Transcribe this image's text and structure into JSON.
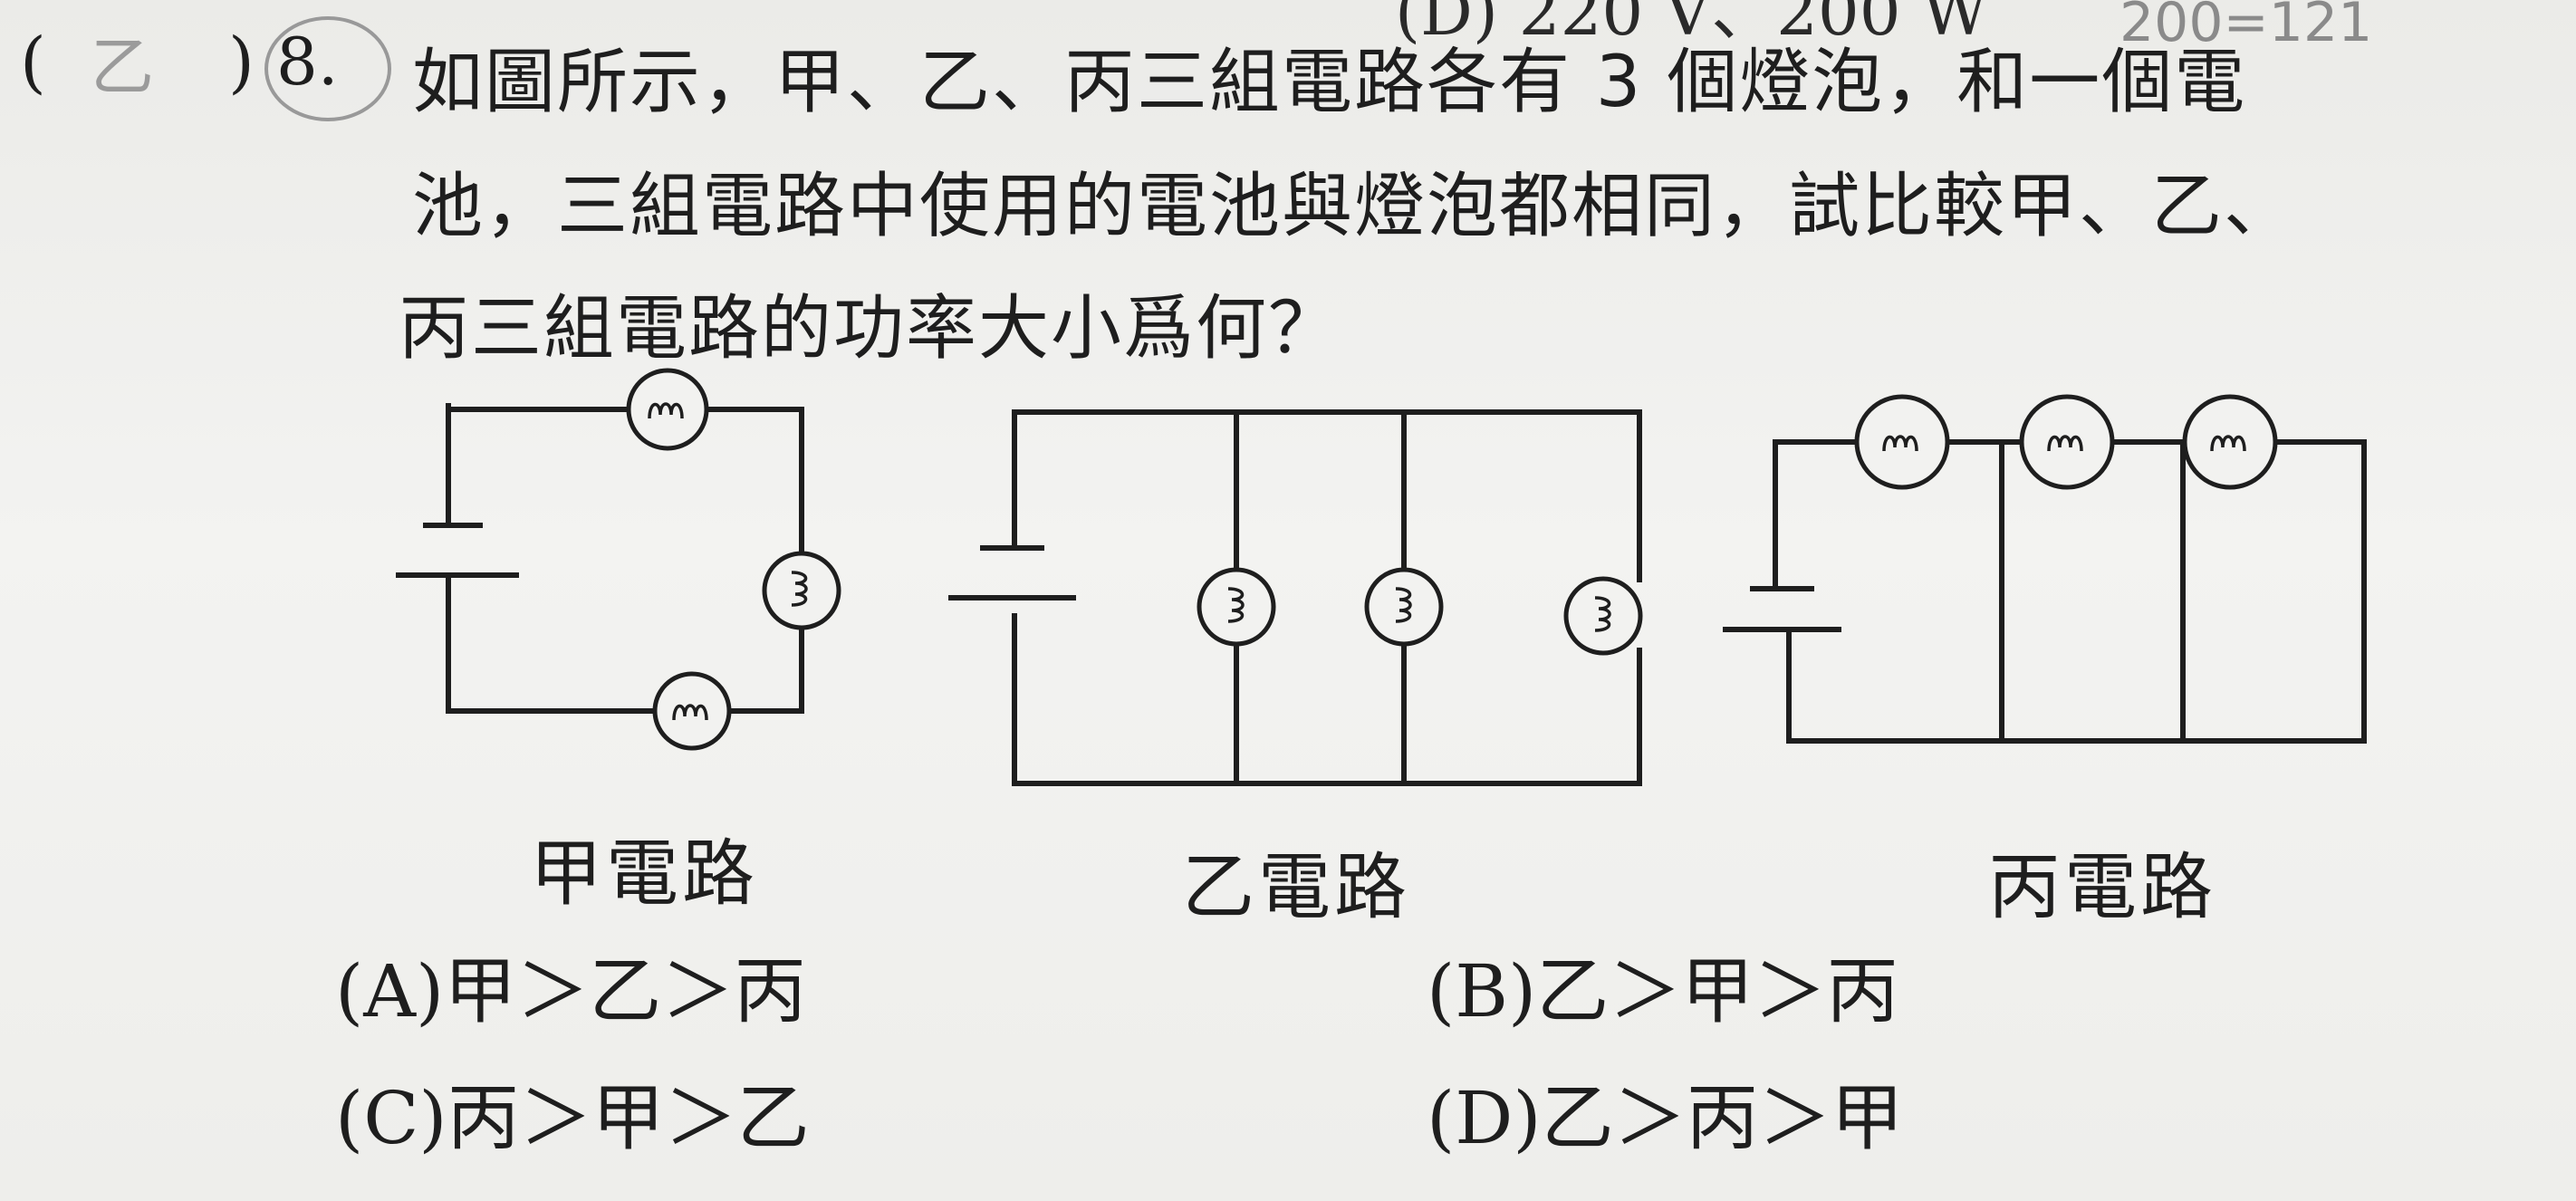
{
  "header_fragment": "(D) 220 V、200 W",
  "handwritten": {
    "answer": "乙",
    "note": "200=121"
  },
  "question": {
    "paren_open": "(",
    "paren_close": ")",
    "number": "8.",
    "lines": [
      "如圖所示，甲、乙、丙三組電路各有 3 個燈泡，和一個電",
      "池，三組電路中使用的電池與燈泡都相同，試比較甲、乙、",
      "丙三組電路的功率大小爲何？"
    ]
  },
  "circuits": [
    {
      "label": "甲電路",
      "bulbs": 3
    },
    {
      "label": "乙電路",
      "bulbs": 3
    },
    {
      "label": "丙電路",
      "bulbs": 3
    }
  ],
  "options": [
    {
      "letter": "(A)",
      "text": "甲＞乙＞丙"
    },
    {
      "letter": "(B)",
      "text": "乙＞甲＞丙"
    },
    {
      "letter": "(C)",
      "text": "丙＞甲＞乙"
    },
    {
      "letter": "(D)",
      "text": "乙＞丙＞甲"
    }
  ]
}
